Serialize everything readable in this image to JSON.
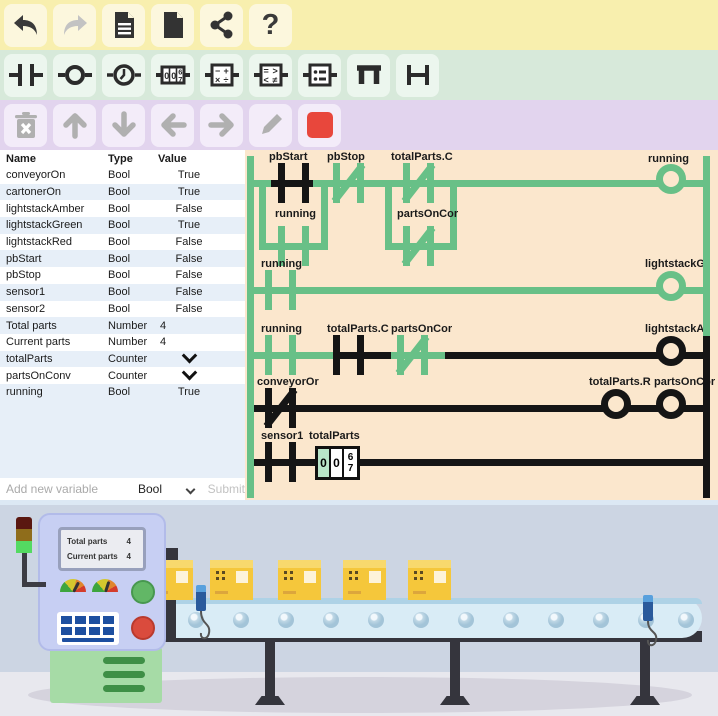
{
  "icons": {
    "question": "?",
    "counter": {
      "d1": "0",
      "d2": "0",
      "d3_top": "6",
      "d3_bottom": "7"
    },
    "math": {
      "m1": "−",
      "m2": "+",
      "m3": "×",
      "m4": "÷"
    },
    "compare": {
      "c1": "=",
      "c2": ">",
      "c3": "<",
      "c4": "≠"
    }
  },
  "variables": {
    "headers": {
      "name": "Name",
      "type": "Type",
      "value": "Value"
    },
    "rows": [
      {
        "name": "conveyorOn",
        "type": "Bool",
        "value": "True"
      },
      {
        "name": "cartonerOn",
        "type": "Bool",
        "value": "True"
      },
      {
        "name": "lightstackAmber",
        "type": "Bool",
        "value": "False"
      },
      {
        "name": "lightstackGreen",
        "type": "Bool",
        "value": "True"
      },
      {
        "name": "lightstackRed",
        "type": "Bool",
        "value": "False"
      },
      {
        "name": "pbStart",
        "type": "Bool",
        "value": "False"
      },
      {
        "name": "pbStop",
        "type": "Bool",
        "value": "False"
      },
      {
        "name": "sensor1",
        "type": "Bool",
        "value": "False"
      },
      {
        "name": "sensor2",
        "type": "Bool",
        "value": "False"
      },
      {
        "name": "Total parts",
        "type": "Number",
        "value": "4"
      },
      {
        "name": "Current parts",
        "type": "Number",
        "value": "4"
      },
      {
        "name": "totalParts",
        "type": "Counter",
        "value": ""
      },
      {
        "name": "partsOnConv",
        "type": "Counter",
        "value": ""
      },
      {
        "name": "running",
        "type": "Bool",
        "value": "True"
      }
    ],
    "add": {
      "placeholder": "Add new variable",
      "type_selected": "Bool",
      "submit": "Submit"
    }
  },
  "ladder": {
    "rung1": {
      "contact1": "pbStart",
      "branch_contact1": "running",
      "contact2": "pbStop",
      "contact3": "totalParts.C",
      "branch_contact2": "partsOnCor",
      "coil": "running"
    },
    "rung2": {
      "contact1": "running",
      "coil": "lightstackGr"
    },
    "rung3": {
      "contact1": "running",
      "contact2": "totalParts.C",
      "contact3": "partsOnCor",
      "coil": "lightstackAr"
    },
    "rung4": {
      "contact1": "conveyorOr",
      "coil1": "totalParts.R",
      "coil2": "partsOnCor"
    },
    "rung5": {
      "contact1": "sensor1",
      "counter_name": "totalParts",
      "digit1": "0",
      "digit2": "0",
      "digit3_top": "6",
      "digit3_bottom": "7"
    }
  },
  "sim": {
    "display": {
      "rows": [
        {
          "label": "Total parts",
          "value": "4"
        },
        {
          "label": "Current parts",
          "value": "4"
        }
      ]
    }
  },
  "colors": {
    "energized_green": "#68c087",
    "wire_black": "#151515",
    "ladder_bg": "#fbe7cd",
    "toolbar_file_bg": "#f8efae",
    "toolbar_elements_bg": "#d7e9da",
    "toolbar_edit_bg": "#e2d4ee",
    "stop_red": "#e8473c"
  }
}
